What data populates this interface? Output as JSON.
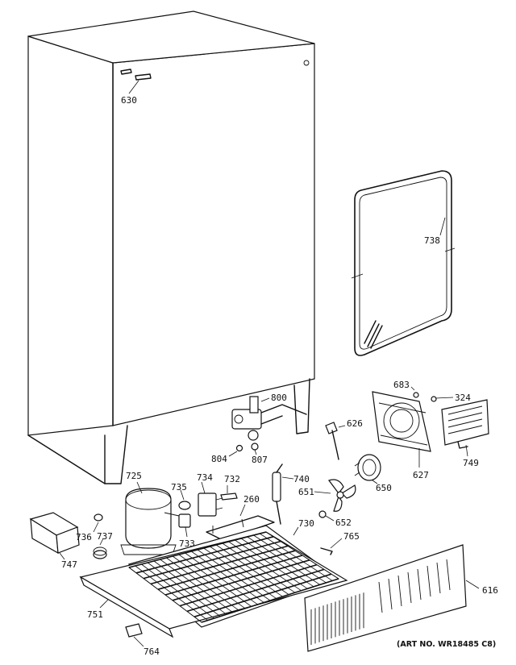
{
  "parts": [
    {
      "label": "630"
    },
    {
      "label": "738"
    },
    {
      "label": "800"
    },
    {
      "label": "683"
    },
    {
      "label": "324"
    },
    {
      "label": "626"
    },
    {
      "label": "804"
    },
    {
      "label": "807"
    },
    {
      "label": "740"
    },
    {
      "label": "749"
    },
    {
      "label": "627"
    },
    {
      "label": "650"
    },
    {
      "label": "725"
    },
    {
      "label": "735"
    },
    {
      "label": "734"
    },
    {
      "label": "732"
    },
    {
      "label": "260"
    },
    {
      "label": "651"
    },
    {
      "label": "652"
    },
    {
      "label": "730"
    },
    {
      "label": "765"
    },
    {
      "label": "736"
    },
    {
      "label": "737"
    },
    {
      "label": "733"
    },
    {
      "label": "747"
    },
    {
      "label": "751"
    },
    {
      "label": "616"
    },
    {
      "label": "764"
    }
  ],
  "art_number": "(ART NO. WR18485 C8)"
}
